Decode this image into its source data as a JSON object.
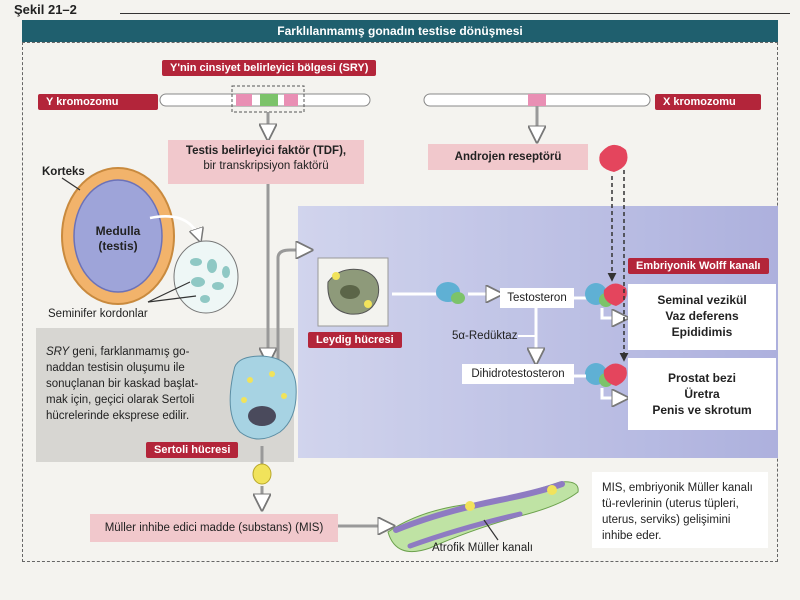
{
  "figure_label": "Şekil 21–2",
  "title": "Farklılanmamış gonadın testise dönüşmesi",
  "sry_label": "Y'nin cinsiyet belirleyici bölgesi (SRY)",
  "y_chromosome_label": "Y kromozomu",
  "x_chromosome_label": "X kromozomu",
  "tdf_line1": "Testis belirleyici faktör (TDF),",
  "tdf_line2": "bir transkripsiyon faktörü",
  "androgen_receptor": "Androjen reseptörü",
  "cortex_label": "Korteks",
  "medulla_line1": "Medulla",
  "medulla_line2": "(testis)",
  "seminiferous_label": "Seminifer kordonlar",
  "sry_note": [
    {
      "text": "SRY",
      "italic": true
    },
    {
      "text": " geni, farklanmamış go-naddan testisin oluşumu ile sonuçlanan bir kaskad başlat-mak için, geçici olarak Sertoli hücrelerinde eksprese edilir.",
      "italic": false
    }
  ],
  "leydig_label": "Leydig hücresi",
  "sertoli_label": "Sertoli hücresi",
  "testosterone": "Testosteron",
  "reductase": "5α-Redüktaz",
  "dht": "Dihidrotestosteron",
  "wolff_label": "Embriyonik Wolff kanalı",
  "wolff_products": [
    "Seminal vezikül",
    "Vaz deferens",
    "Epididimis"
  ],
  "dht_products": [
    "Prostat bezi",
    "Üretra",
    "Penis ve skrotum"
  ],
  "mis_label": "Müller inhibe edici madde (substans) (MIS)",
  "atrophic_label": "Atrofik Müller kanalı",
  "mis_note": "MIS, embriyonik Müller kanalı tü-revlerinin (uterus tüpleri, uterus, serviks) gelişimini inhibe eder.",
  "colors": {
    "title_bar": "#1f5f6e",
    "red_tag": "#b3253a",
    "pink_box": "#f1c8cc",
    "purple_panel": "#9fa3d8",
    "gray_note": "#d7d6d2"
  }
}
